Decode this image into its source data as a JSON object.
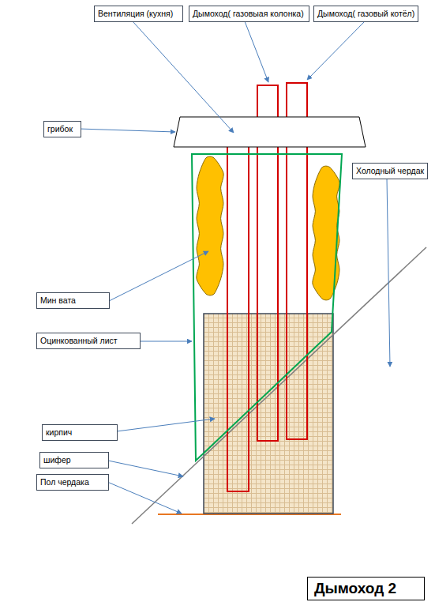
{
  "diagram": {
    "title": "Дымоход 2",
    "nodes": [
      {
        "text": [
          "Вентиляция (кухня)"
        ]
      },
      {
        "text": [
          "Дымоход( газовыая колонка)"
        ]
      },
      {
        "text": [
          "Дымоход( газовый котёл)"
        ]
      },
      {
        "text": [
          "грибок"
        ]
      },
      {
        "text": [
          "Холодный чердак"
        ]
      },
      {
        "text": [
          "Мин вата"
        ]
      },
      {
        "text": [
          "Оцинкованный лист"
        ]
      },
      {
        "text": [
          "кирпич"
        ]
      },
      {
        "text": [
          "шифер"
        ]
      },
      {
        "text": [
          "Пол чердака"
        ]
      }
    ]
  }
}
